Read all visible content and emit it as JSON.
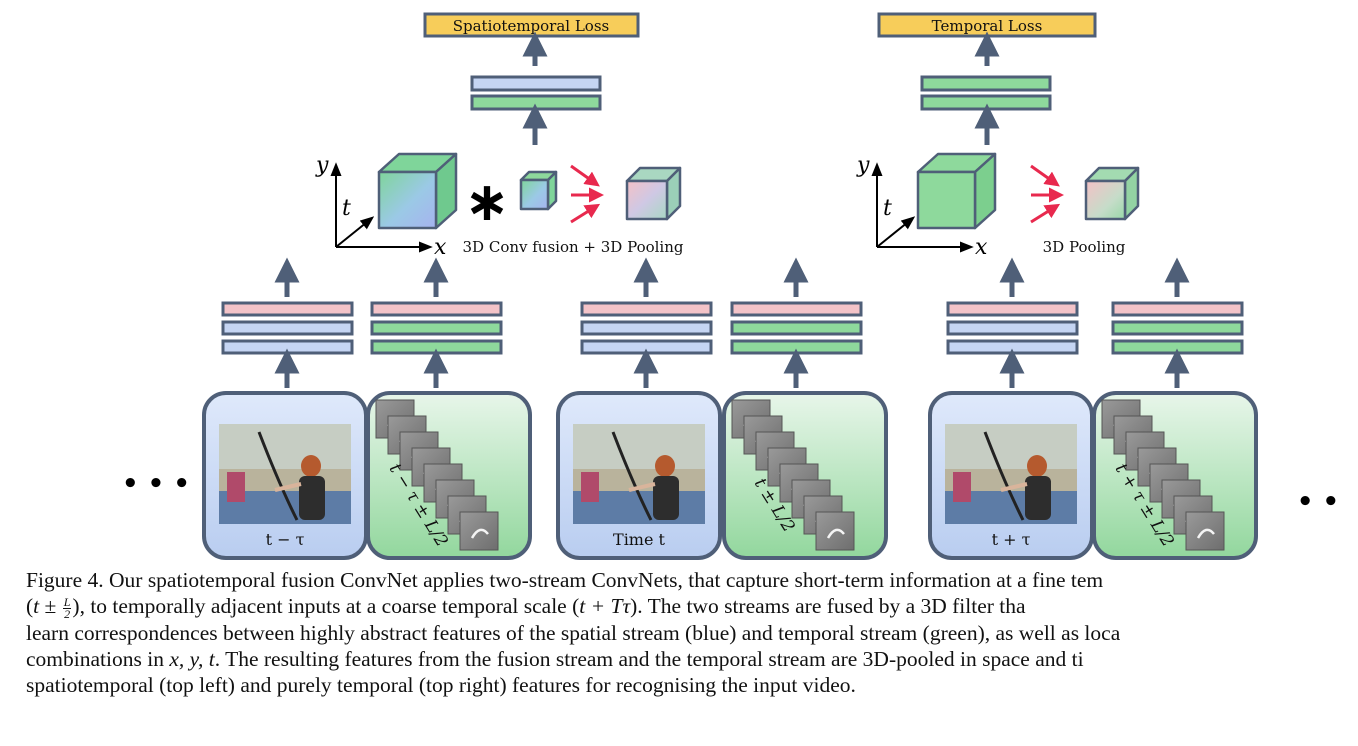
{
  "top_left": {
    "loss_label": "Spatiotemporal Loss",
    "op_label": "3D Conv fusion + 3D Pooling",
    "conv_symbol": "∗"
  },
  "top_right": {
    "loss_label": "Temporal Loss",
    "op_label": "3D Pooling"
  },
  "axes": {
    "y": "y",
    "t": "t",
    "x": "x"
  },
  "ellipsis": {
    "left": "• • •",
    "right": "• •"
  },
  "inputs": [
    {
      "spatial_label": "t − τ",
      "temporal_label": "t − τ ± L/2"
    },
    {
      "spatial_label": "Time t",
      "temporal_label": "t ± L/2"
    },
    {
      "spatial_label": "t + τ",
      "temporal_label": "t + τ ± L/2"
    }
  ],
  "colors": {
    "arrow": "#4f5f78",
    "loss_box": "#f7cd5a",
    "spatial_fill": "#c5d5f3",
    "temporal_fill": "#8ed99c",
    "pink": "#f3c3c8",
    "red_arrow": "#e8294e"
  },
  "caption": {
    "l1": "Figure 4. Our spatiotemporal fusion ConvNet applies two-stream ConvNets, that capture short-term information at a fine tem",
    "l2_a": "(",
    "l2_t": "t",
    "l2_pm": " ± ",
    "l2_num": "L",
    "l2_den": "2",
    "l2_b": "), to temporally adjacent inputs at a coarse temporal scale (",
    "l2_m2": "t + Tτ",
    "l2_c": ").  The two streams are fused by a 3D filter tha",
    "l3": "learn correspondences between highly abstract features of the spatial stream (blue) and temporal stream (green), as well as loca",
    "l4_a": "combinations in ",
    "l4_m": "x, y, t",
    "l4_b": ". The resulting features from the fusion stream and the temporal stream are 3D-pooled in space and ti",
    "l5": "spatiotemporal (top left) and purely temporal (top right) features for recognising the input video."
  }
}
